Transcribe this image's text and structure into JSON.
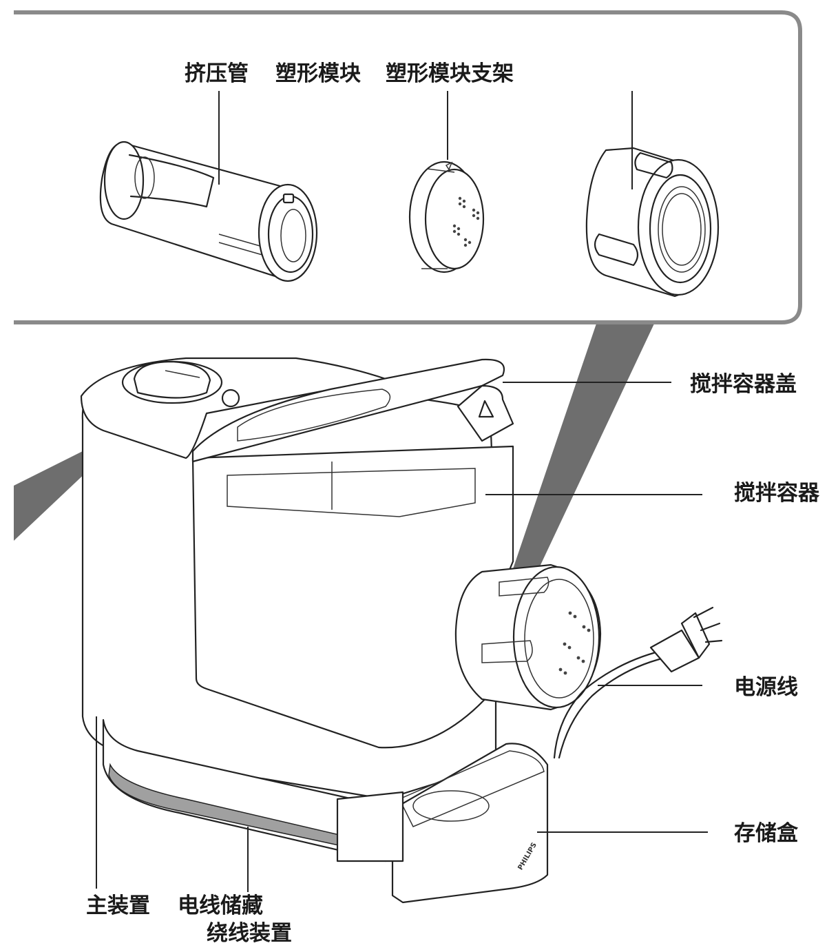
{
  "labels": {
    "extrusion_tube": "挤压管",
    "shaping_disc": "塑形模块",
    "shaping_disc_holder": "塑形模块支架",
    "mixing_chamber_lid": "搅拌容器盖",
    "mixing_chamber": "搅拌容器",
    "power_cord": "电源线",
    "storage_box": "存储盒",
    "main_unit": "主装置",
    "cord_storage_line1": "电线储藏",
    "cord_storage_line2": "绕线装置"
  },
  "brand": "PHILIPS",
  "colors": {
    "ink": "#222222",
    "panel_border": "#8a8a8a",
    "beam": "#6e6e6e",
    "cord_strip": "#a0a0a0"
  }
}
